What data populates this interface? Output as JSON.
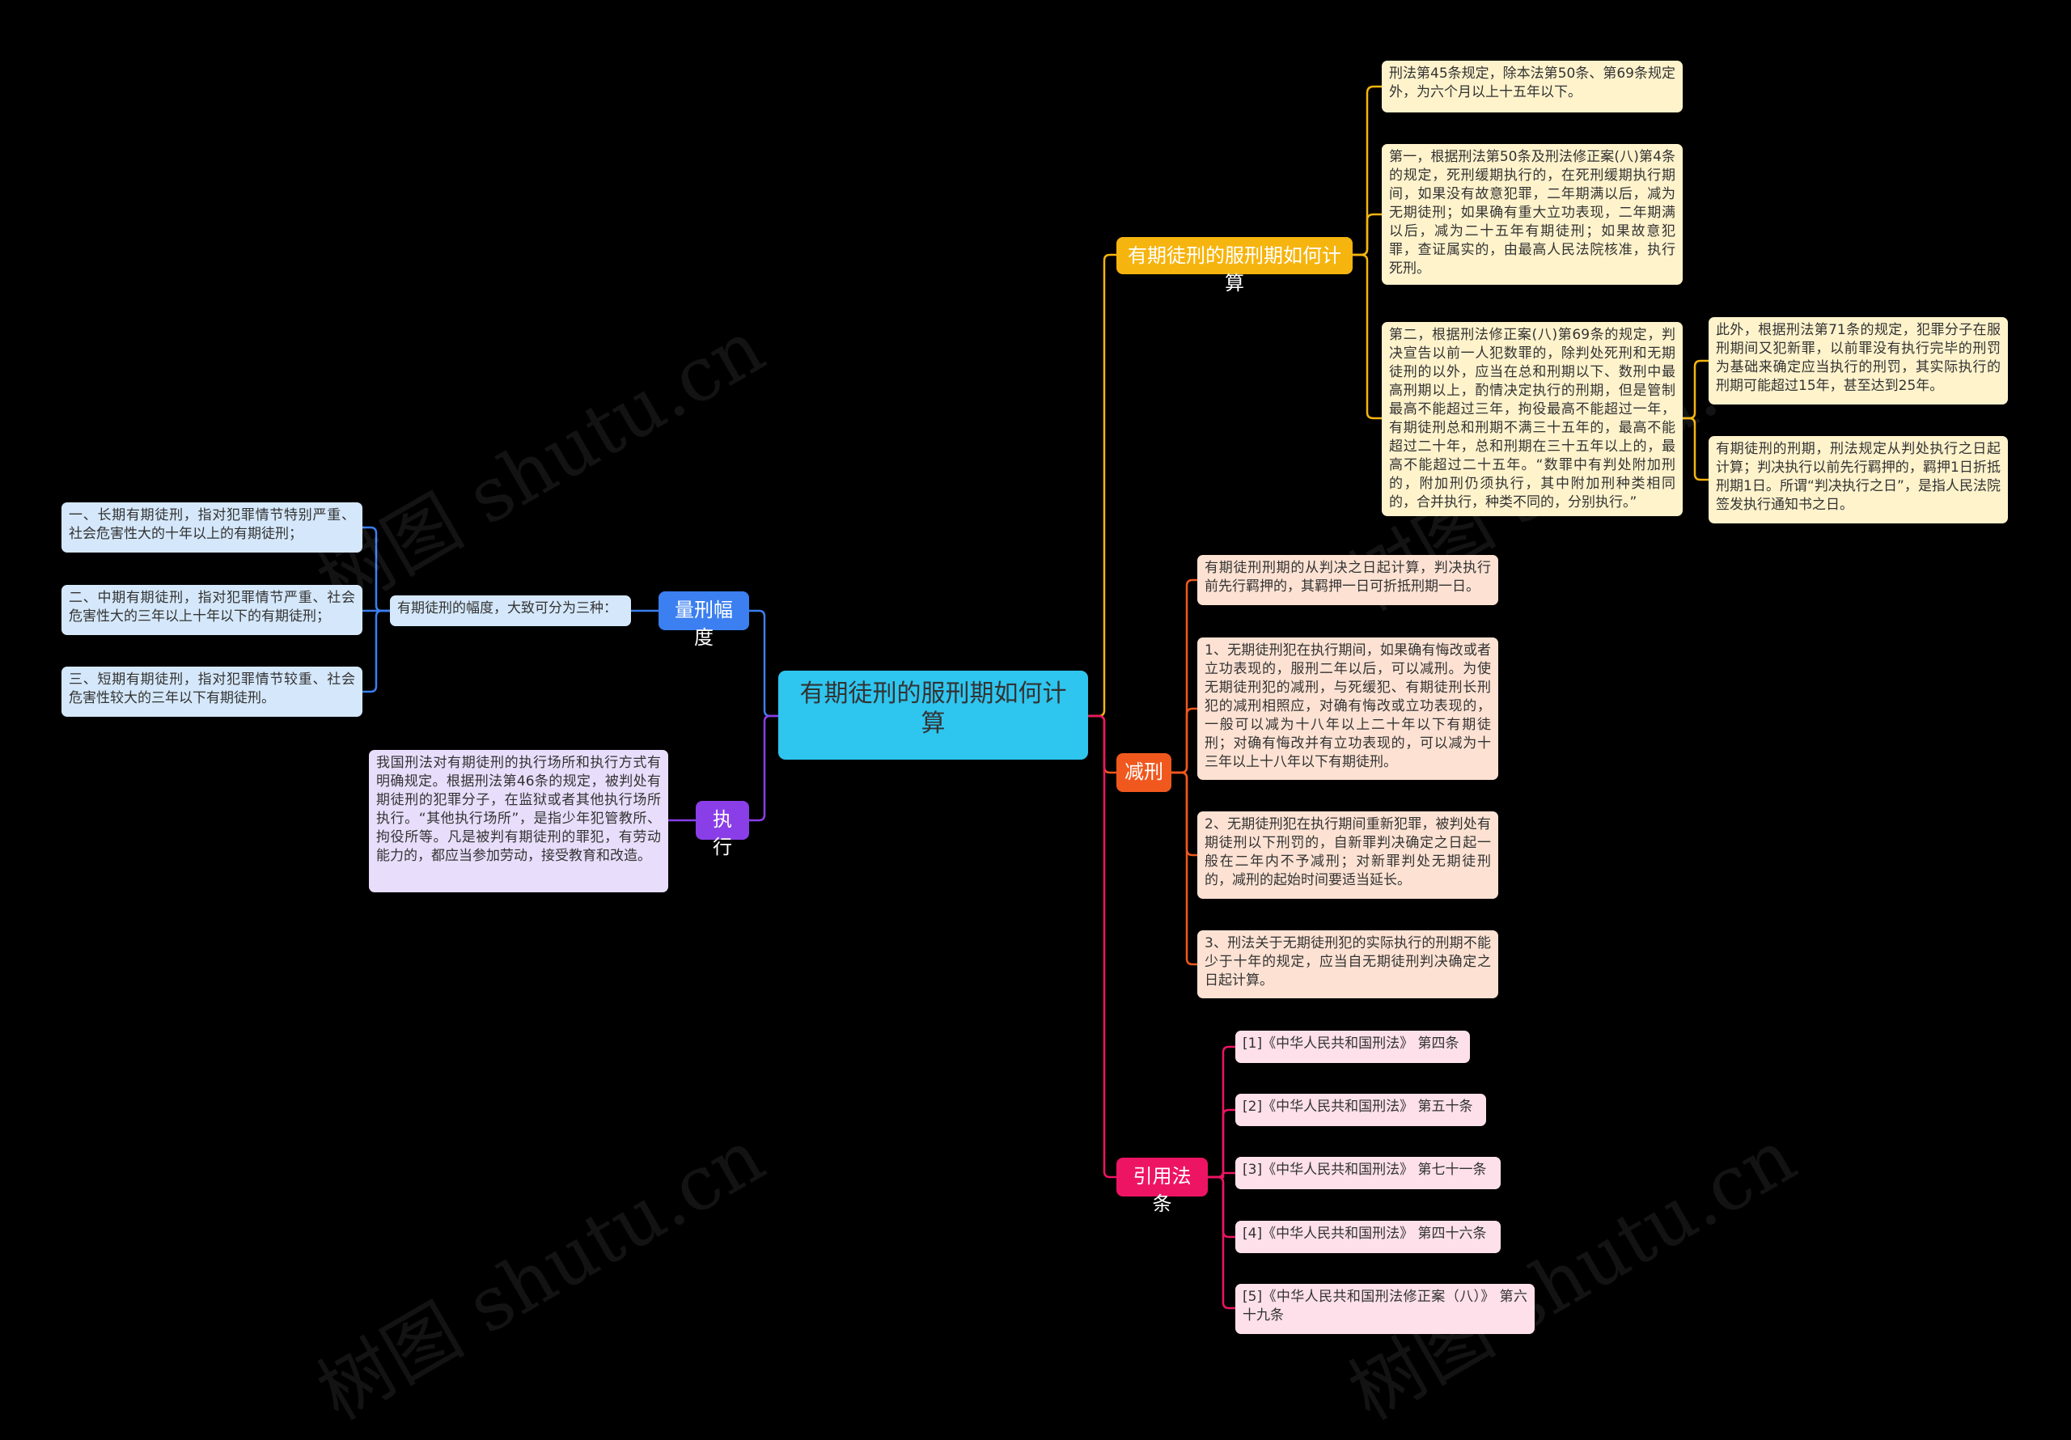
{
  "root": {
    "text": "有期徒刑的服刑期如何计算"
  },
  "branches": {
    "calc": {
      "label": "有期徒刑的服刑期如何计算",
      "color": "#f6b40e",
      "items": [
        "刑法第45条规定，除本法第50条、第69条规定外，为六个月以上十五年以下。",
        "第一，根据刑法第50条及刑法修正案(八)第4条的规定，死刑缓期执行的，在死刑缓期执行期间，如果没有故意犯罪，二年期满以后，减为无期徒刑；如果确有重大立功表现，二年期满以后，减为二十五年有期徒刑；如果故意犯罪，查证属实的，由最高人民法院核准，执行死刑。",
        "第二，根据刑法修正案(八)第69条的规定，判决宣告以前一人犯数罪的，除判处死刑和无期徒刑的以外，应当在总和刑期以下、数刑中最高刑期以上，酌情决定执行的刑期，但是管制最高不能超过三年，拘役最高不能超过一年，有期徒刑总和刑期不满三十五年的，最高不能超过二十年，总和刑期在三十五年以上的，最高不能超过二十五年。“数罪中有判处附加刑的，附加刑仍须执行，其中附加刑种类相同的，合并执行，种类不同的，分别执行。”"
      ],
      "sub_items": [
        "此外，根据刑法第71条的规定，犯罪分子在服刑期间又犯新罪，以前罪没有执行完毕的刑罚为基础来确定应当执行的刑罚，其实际执行的刑期可能超过15年，甚至达到25年。",
        "有期徒刑的刑期，刑法规定从判处执行之日起计算；判决执行以前先行羁押的，羁押1日折抵刑期1日。所谓“判决执行之日”，是指人民法院签发执行通知书之日。"
      ]
    },
    "reduce": {
      "label": "减刑",
      "color": "#f0581e",
      "items": [
        "有期徒刑刑期的从判决之日起计算，判决执行前先行羁押的，其羁押一日可折抵刑期一日。",
        "1、无期徒刑犯在执行期间，如果确有悔改或者立功表现的，服刑二年以后，可以减刑。为使无期徒刑犯的减刑，与死缓犯、有期徒刑长刑犯的减刑相照应，对确有悔改或立功表现的，一般可以减为十八年以上二十年以下有期徒刑；对确有悔改并有立功表现的，可以减为十三年以上十八年以下有期徒刑。",
        "2、无期徒刑犯在执行期间重新犯罪，被判处有期徒刑以下刑罚的，自新罪判决确定之日起一般在二年内不予减刑；对新罪判处无期徒刑的，减刑的起始时间要适当延长。",
        "3、刑法关于无期徒刑犯的实际执行的刑期不能少于十年的规定，应当自无期徒刑判决确定之日起计算。"
      ]
    },
    "law": {
      "label": "引用法条",
      "color": "#ee1464",
      "items": [
        "[1]《中华人民共和国刑法》 第四条",
        "[2]《中华人民共和国刑法》 第五十条",
        "[3]《中华人民共和国刑法》 第七十一条",
        "[4]《中华人民共和国刑法》 第四十六条",
        "[5]《中华人民共和国刑法修正案（八）》 第六十九条"
      ]
    },
    "range": {
      "label": "量刑幅度",
      "color": "#3b7ff0",
      "mid": "有期徒刑的幅度，大致可分为三种：",
      "items": [
        "一、长期有期徒刑，指对犯罪情节特别严重、社会危害性大的十年以上的有期徒刑；",
        "二、中期有期徒刑，指对犯罪情节严重、社会危害性大的三年以上十年以下的有期徒刑；",
        "三、短期有期徒刑，指对犯罪情节较重、社会危害性较大的三年以下有期徒刑。"
      ]
    },
    "exec": {
      "label": "执行",
      "color": "#8a3ee8",
      "text": "我国刑法对有期徒刑的执行场所和执行方式有明确规定。根据刑法第46条的规定，被判处有期徒刑的犯罪分子，在监狱或者其他执行场所执行。“其他执行场所”，是指少年犯管教所、拘役所等。凡是被判有期徒刑的罪犯，有劳动能力的，都应当参加劳动，接受教育和改造。"
    }
  },
  "watermark": "树图 shutu.cn"
}
